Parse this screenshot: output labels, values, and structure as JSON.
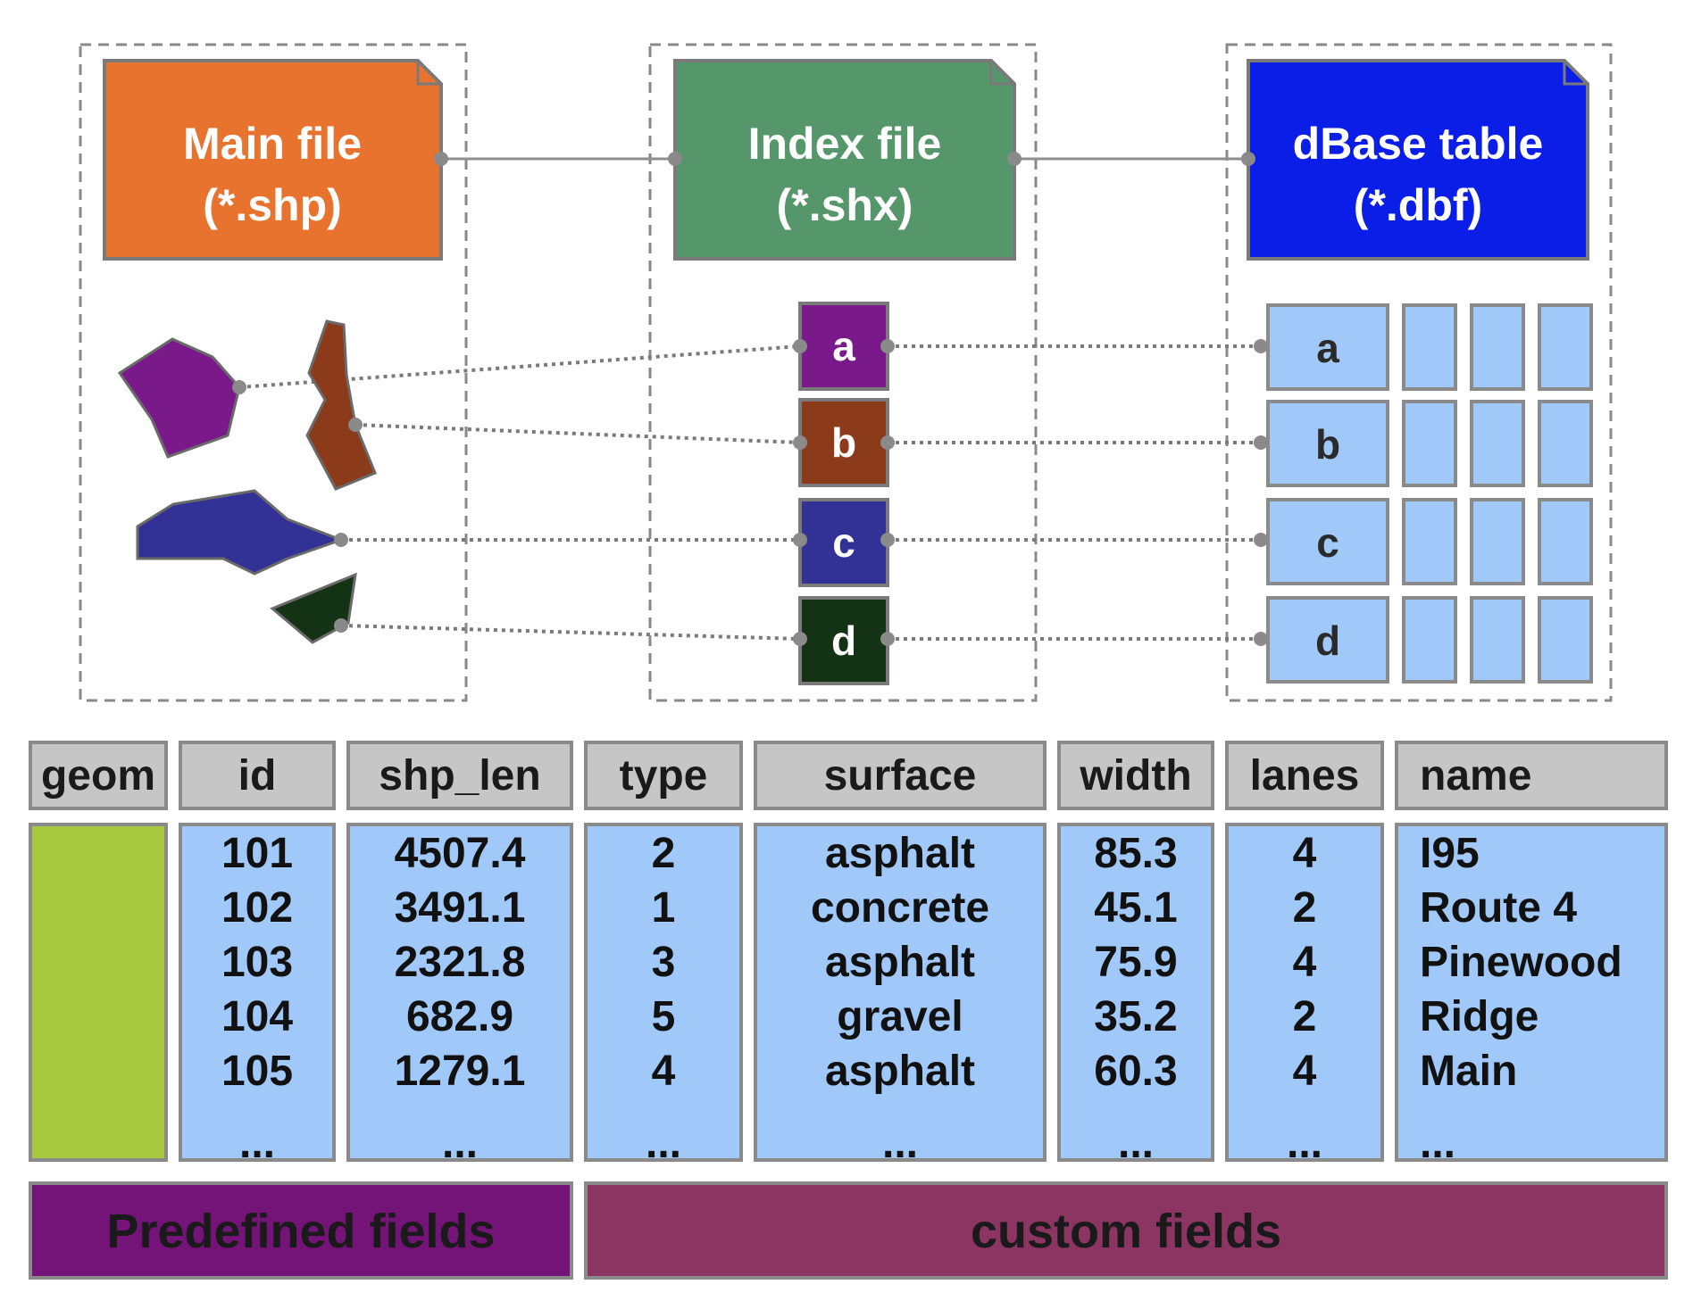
{
  "files": [
    {
      "id": "main",
      "line1": "Main file",
      "line2": "(*.shp)",
      "color": "#e8732e"
    },
    {
      "id": "index",
      "line1": "Index file",
      "line2": "(*.shx)",
      "color": "#55966a"
    },
    {
      "id": "dbase",
      "line1": "dBase table",
      "line2": "(*.dbf)",
      "color": "#0a1ee8"
    }
  ],
  "shapes": [
    {
      "id": "a",
      "color": "#7a1a8a"
    },
    {
      "id": "b",
      "color": "#8b3a1a"
    },
    {
      "id": "c",
      "color": "#323296"
    },
    {
      "id": "d",
      "color": "#143214"
    }
  ],
  "index_nodes": [
    {
      "label": "a",
      "color": "#7a1a8a"
    },
    {
      "label": "b",
      "color": "#8b3a1a"
    },
    {
      "label": "c",
      "color": "#323296"
    },
    {
      "label": "d",
      "color": "#143214"
    }
  ],
  "dbf_rows": [
    "a",
    "b",
    "c",
    "d"
  ],
  "dbf_cell_color": "#a0c8f8",
  "table": {
    "header_color": "#c6c6c6",
    "cell_color": "#a0c8f8",
    "geom_color": "#a8c840",
    "columns": [
      {
        "header": "geom",
        "values": []
      },
      {
        "header": "id",
        "values": [
          "101",
          "102",
          "103",
          "104",
          "105",
          "..."
        ]
      },
      {
        "header": "shp_len",
        "values": [
          "4507.4",
          "3491.1",
          "2321.8",
          "682.9",
          "1279.1",
          "..."
        ]
      },
      {
        "header": "type",
        "values": [
          "2",
          "1",
          "3",
          "5",
          "4",
          "..."
        ]
      },
      {
        "header": "surface",
        "values": [
          "asphalt",
          "concrete",
          "asphalt",
          "gravel",
          "asphalt",
          "..."
        ]
      },
      {
        "header": "width",
        "values": [
          "85.3",
          "45.1",
          "75.9",
          "35.2",
          "60.3",
          "..."
        ]
      },
      {
        "header": "lanes",
        "values": [
          "4",
          "2",
          "4",
          "2",
          "4",
          "..."
        ]
      },
      {
        "header": "name",
        "values": [
          "I95",
          "Route 4",
          "Pinewood",
          "Ridge",
          "Main",
          "..."
        ]
      }
    ]
  },
  "bands": [
    {
      "label": "Predefined fields",
      "color": "#741478"
    },
    {
      "label": "custom fields",
      "color": "#8c3462"
    }
  ]
}
